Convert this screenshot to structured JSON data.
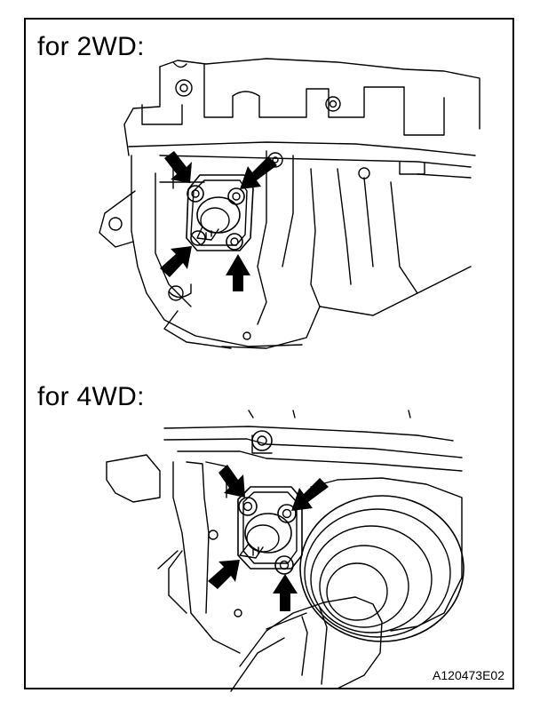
{
  "sections": [
    {
      "label": "for 2WD:"
    },
    {
      "label": "for 4WD:"
    }
  ],
  "figure_code": "A120473E02",
  "colors": {
    "line": "#000000",
    "background": "#ffffff"
  }
}
